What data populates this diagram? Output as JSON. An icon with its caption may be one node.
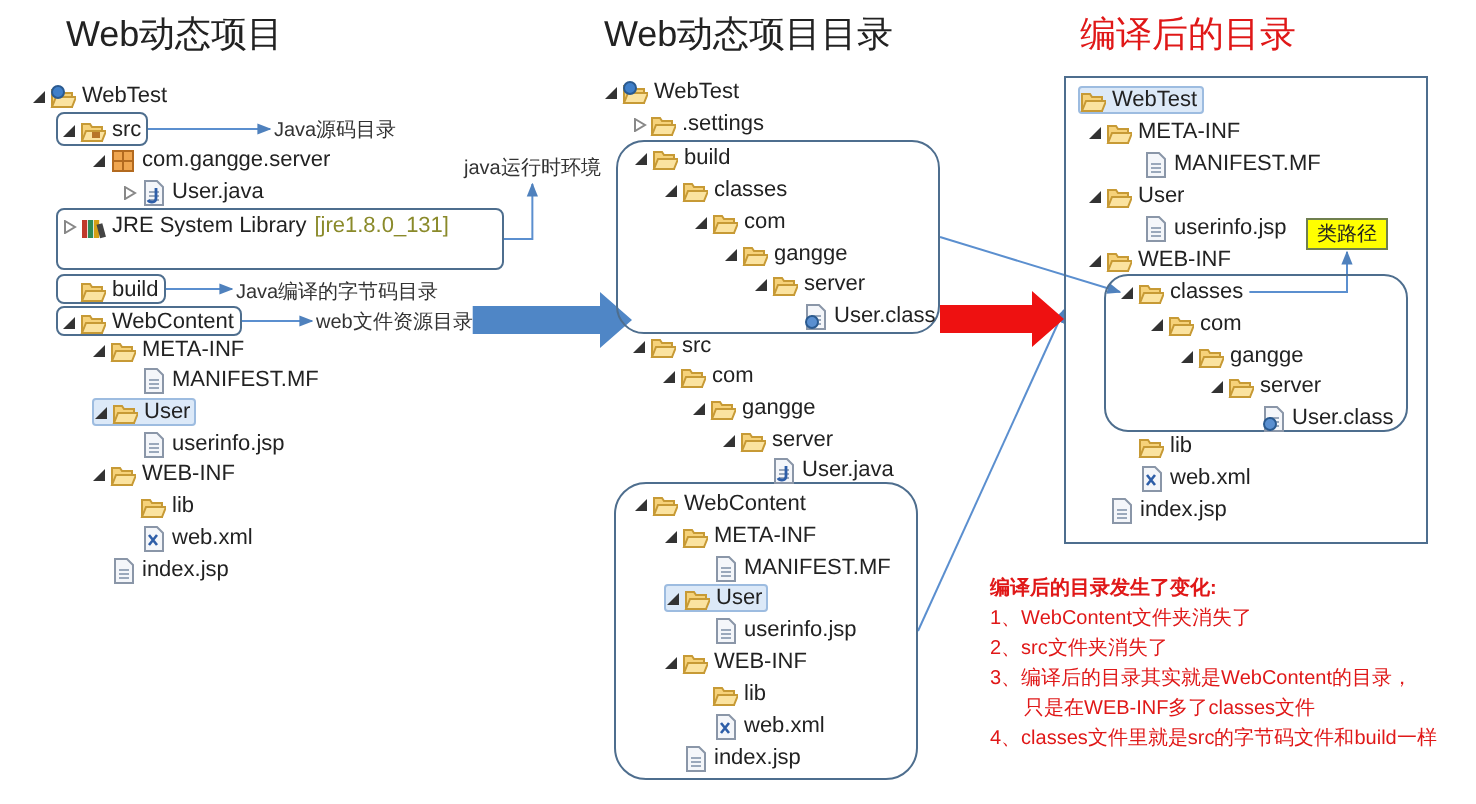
{
  "diagram": {
    "nodes": [
      {
        "text": [
          "WebTest"
        ]
      },
      {
        "text": [],
        "shape": "box"
      },
      {
        "text": [
          "src"
        ],
        "in": 1
      },
      {
        "text": [
          "com.gangge.server"
        ]
      },
      {
        "text": [
          "User.java"
        ]
      },
      {
        "text": [],
        "shape": "box"
      },
      {
        "text": [
          "JRE System Library",
          "[jre1.8.0_131]"
        ],
        "in": 5
      },
      {
        "text": [],
        "shape": "box"
      },
      {
        "text": [
          "build"
        ],
        "in": 7
      },
      {
        "text": [],
        "shape": "box"
      },
      {
        "text": [
          "WebContent"
        ],
        "in": 9
      },
      {
        "text": [
          "META-INF"
        ]
      },
      {
        "text": [
          "MANIFEST.MF"
        ]
      },
      {
        "text": [
          "User"
        ]
      },
      {
        "text": [
          "userinfo.jsp"
        ]
      },
      {
        "text": [
          "WEB-INF"
        ]
      },
      {
        "text": [
          "lib"
        ]
      },
      {
        "text": [
          "web.xml"
        ]
      },
      {
        "text": [
          "index.jsp"
        ]
      },
      {
        "text": [
          "Java源码目录"
        ]
      },
      {
        "text": [
          "java运行时环境"
        ]
      },
      {
        "text": [
          "Java编译的字节码目录"
        ]
      },
      {
        "text": [
          "web文件资源目录"
        ]
      },
      {
        "text": [
          "WebTest"
        ]
      },
      {
        "text": [
          ".settings"
        ]
      },
      {
        "text": [],
        "shape": "box"
      },
      {
        "text": [
          "build"
        ],
        "in": 25
      },
      {
        "text": [
          "classes"
        ],
        "in": 25
      },
      {
        "text": [
          "com"
        ],
        "in": 25
      },
      {
        "text": [
          "gangge"
        ],
        "in": 25
      },
      {
        "text": [
          "server"
        ],
        "in": 25
      },
      {
        "text": [
          "User.class"
        ],
        "in": 25
      },
      {
        "text": [
          "src"
        ]
      },
      {
        "text": [
          "com"
        ]
      },
      {
        "text": [
          "gangge"
        ]
      },
      {
        "text": [
          "server"
        ]
      },
      {
        "text": [
          "User.java"
        ]
      },
      {
        "text": [],
        "shape": "box"
      },
      {
        "text": [
          "WebContent"
        ],
        "in": 37
      },
      {
        "text": [
          "META-INF"
        ],
        "in": 37
      },
      {
        "text": [
          "MANIFEST.MF"
        ],
        "in": 37
      },
      {
        "text": [
          "User"
        ],
        "in": 37
      },
      {
        "text": [
          "userinfo.jsp"
        ],
        "in": 37
      },
      {
        "text": [
          "WEB-INF"
        ],
        "in": 37
      },
      {
        "text": [
          "lib"
        ],
        "in": 37
      },
      {
        "text": [
          "web.xml"
        ],
        "in": 37
      },
      {
        "text": [
          "index.jsp"
        ],
        "in": 37
      },
      {
        "text": [],
        "shape": "box"
      },
      {
        "text": [
          "WebTest"
        ],
        "in": 47
      },
      {
        "text": [
          "META-INF"
        ],
        "in": 47
      },
      {
        "text": [
          "MANIFEST.MF"
        ],
        "in": 47
      },
      {
        "text": [
          "User"
        ],
        "in": 47
      },
      {
        "text": [
          "userinfo.jsp"
        ],
        "in": 47
      },
      {
        "text": [
          "WEB-INF"
        ],
        "in": 47
      },
      {
        "text": [],
        "shape": "box",
        "in": 47
      },
      {
        "text": [
          "classes"
        ],
        "in": 54
      },
      {
        "text": [
          "com"
        ],
        "in": 54
      },
      {
        "text": [
          "gangge"
        ],
        "in": 54
      },
      {
        "text": [
          "server"
        ],
        "in": 54
      },
      {
        "text": [
          "User.class"
        ],
        "in": 54
      },
      {
        "text": [
          "lib"
        ],
        "in": 47
      },
      {
        "text": [
          "web.xml"
        ],
        "in": 47
      },
      {
        "text": [
          "index.jsp"
        ],
        "in": 47
      },
      {
        "text": [
          "类路径"
        ],
        "in": 47
      }
    ],
    "edges": [
      {
        "from": 1,
        "to": 19,
        "arrow": "to"
      },
      {
        "from": 5,
        "to": 20,
        "arrow": "to"
      },
      {
        "from": 7,
        "to": 21,
        "arrow": "to"
      },
      {
        "from": 9,
        "to": 22,
        "arrow": "to"
      },
      {
        "from": 25,
        "to": 55,
        "arrow": "to"
      },
      {
        "from": 37,
        "to": 47,
        "arrow": "to"
      },
      {
        "from": 55,
        "to": 63,
        "arrow": "to"
      },
      {
        "from": 22,
        "to": 32,
        "arrow": "to",
        "style": "thick",
        "color": "#4f86c6"
      },
      {
        "from": 25,
        "to": 47,
        "arrow": "to",
        "style": "thick",
        "color": "#ee1111"
      }
    ],
    "labels": [
      "Web动态项目",
      "Web动态项目目录",
      "编译后的目录",
      "编译后的目录发生了变化:",
      "1、WebContent文件夹消失了",
      "2、src文件夹消失了",
      "3、编译后的目录其实就是WebContent的目录，只是在WEB-INF多了classes文件",
      "4、classes文件里就是src的字节码文件和build一样"
    ]
  }
}
